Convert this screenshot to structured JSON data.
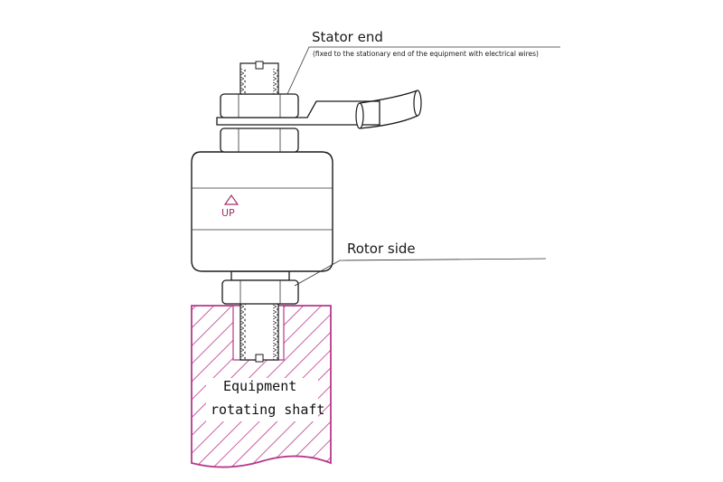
{
  "labels": {
    "stator_title": "Stator end",
    "stator_note": "(fixed to the stationary end of the equipment with electrical wires)",
    "rotor_title": "Rotor side",
    "shaft_line1": "Equipment",
    "shaft_line2": "rotating shaft",
    "up_mark": "UP"
  },
  "colors": {
    "outline": "#1a1a1a",
    "hatch": "#b8388a",
    "up_mark": "#a0306a",
    "background": "#ffffff"
  }
}
